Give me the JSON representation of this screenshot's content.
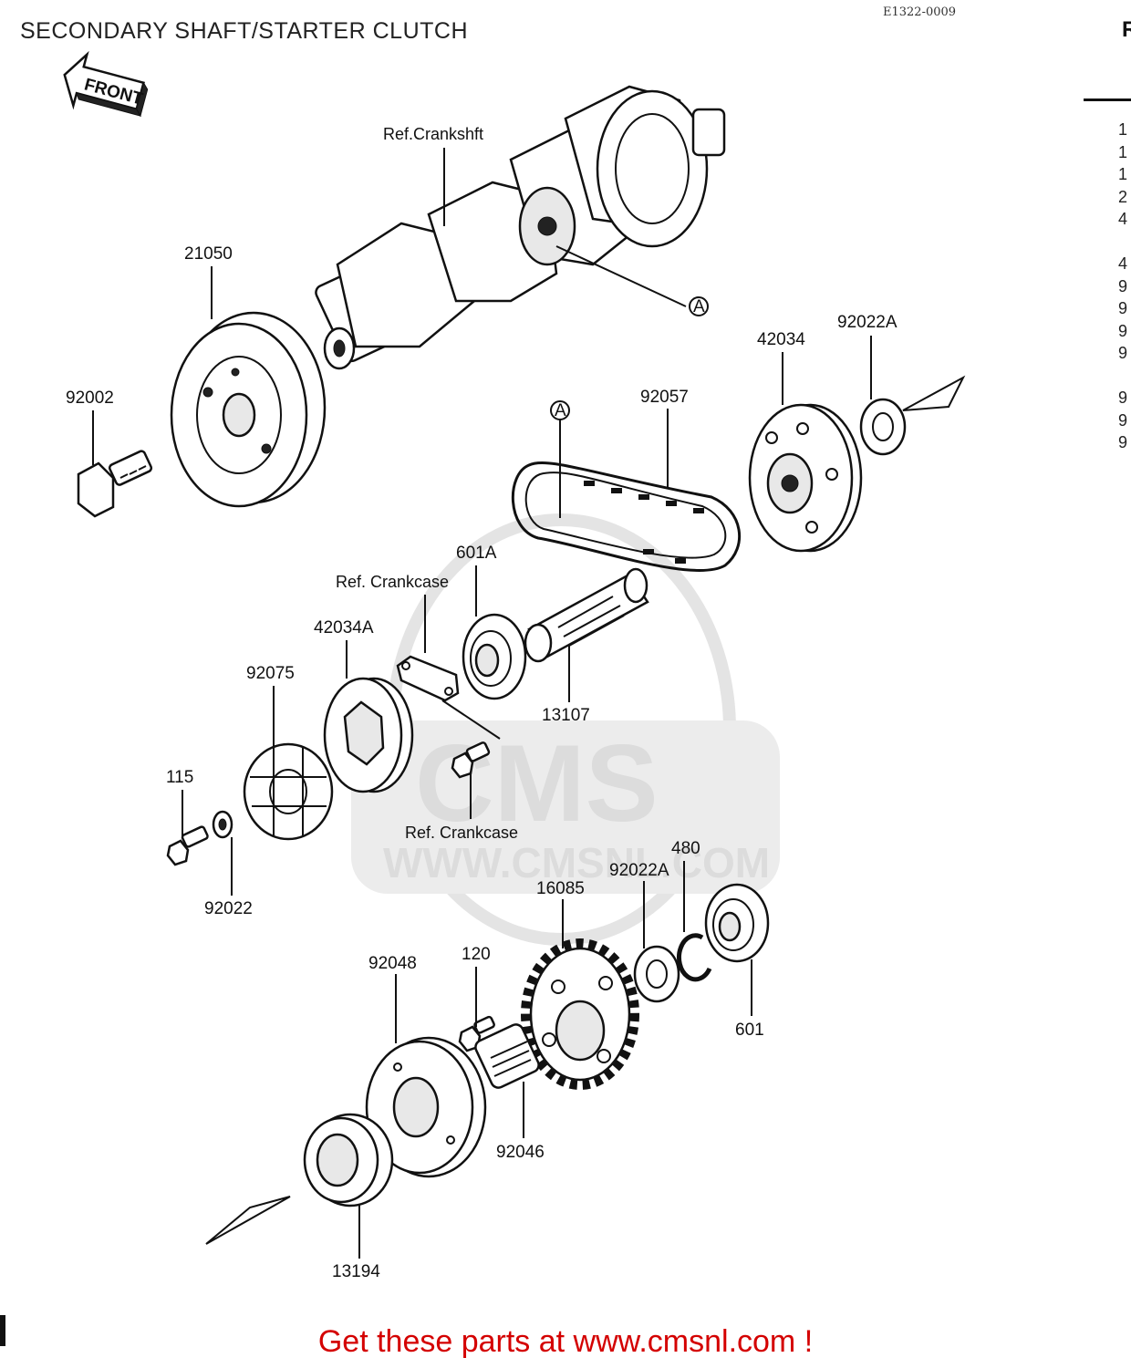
{
  "header": {
    "title": "SECONDARY SHAFT/STARTER CLUTCH",
    "diagram_code": "E1322-0009"
  },
  "orientation_label": "FRONT",
  "parts": {
    "p21050": "21050",
    "p92002": "92002",
    "p42034": "42034",
    "p92022A_top": "92022A",
    "p92057": "92057",
    "p601A": "601A",
    "p42034A": "42034A",
    "p92075": "92075",
    "p13107": "13107",
    "p115": "115",
    "p92022": "92022",
    "p16085": "16085",
    "p92022A_low": "92022A",
    "p480": "480",
    "p92048": "92048",
    "p120": "120",
    "p601": "601",
    "p92046": "92046",
    "p13194": "13194"
  },
  "references": {
    "crankshaft": "Ref.Crankshft",
    "crankcase_top": "Ref. Crankcase",
    "crankcase_bottom": "Ref. Crankcase",
    "marker_a": "A"
  },
  "watermark": {
    "logo": "CMS",
    "url": "WWW.CMSNL.COM"
  },
  "side_panel": {
    "heading": "R",
    "items": [
      "1",
      "1",
      "1",
      "2",
      "4",
      "",
      "4",
      "9",
      "9",
      "9",
      "9",
      "",
      "9",
      "9",
      "9"
    ]
  },
  "footer": {
    "cta": "Get these parts at www.cmsnl.com !"
  },
  "colors": {
    "cta": "#d40000",
    "ink": "#111111",
    "watermark": "#dcdcdc"
  }
}
